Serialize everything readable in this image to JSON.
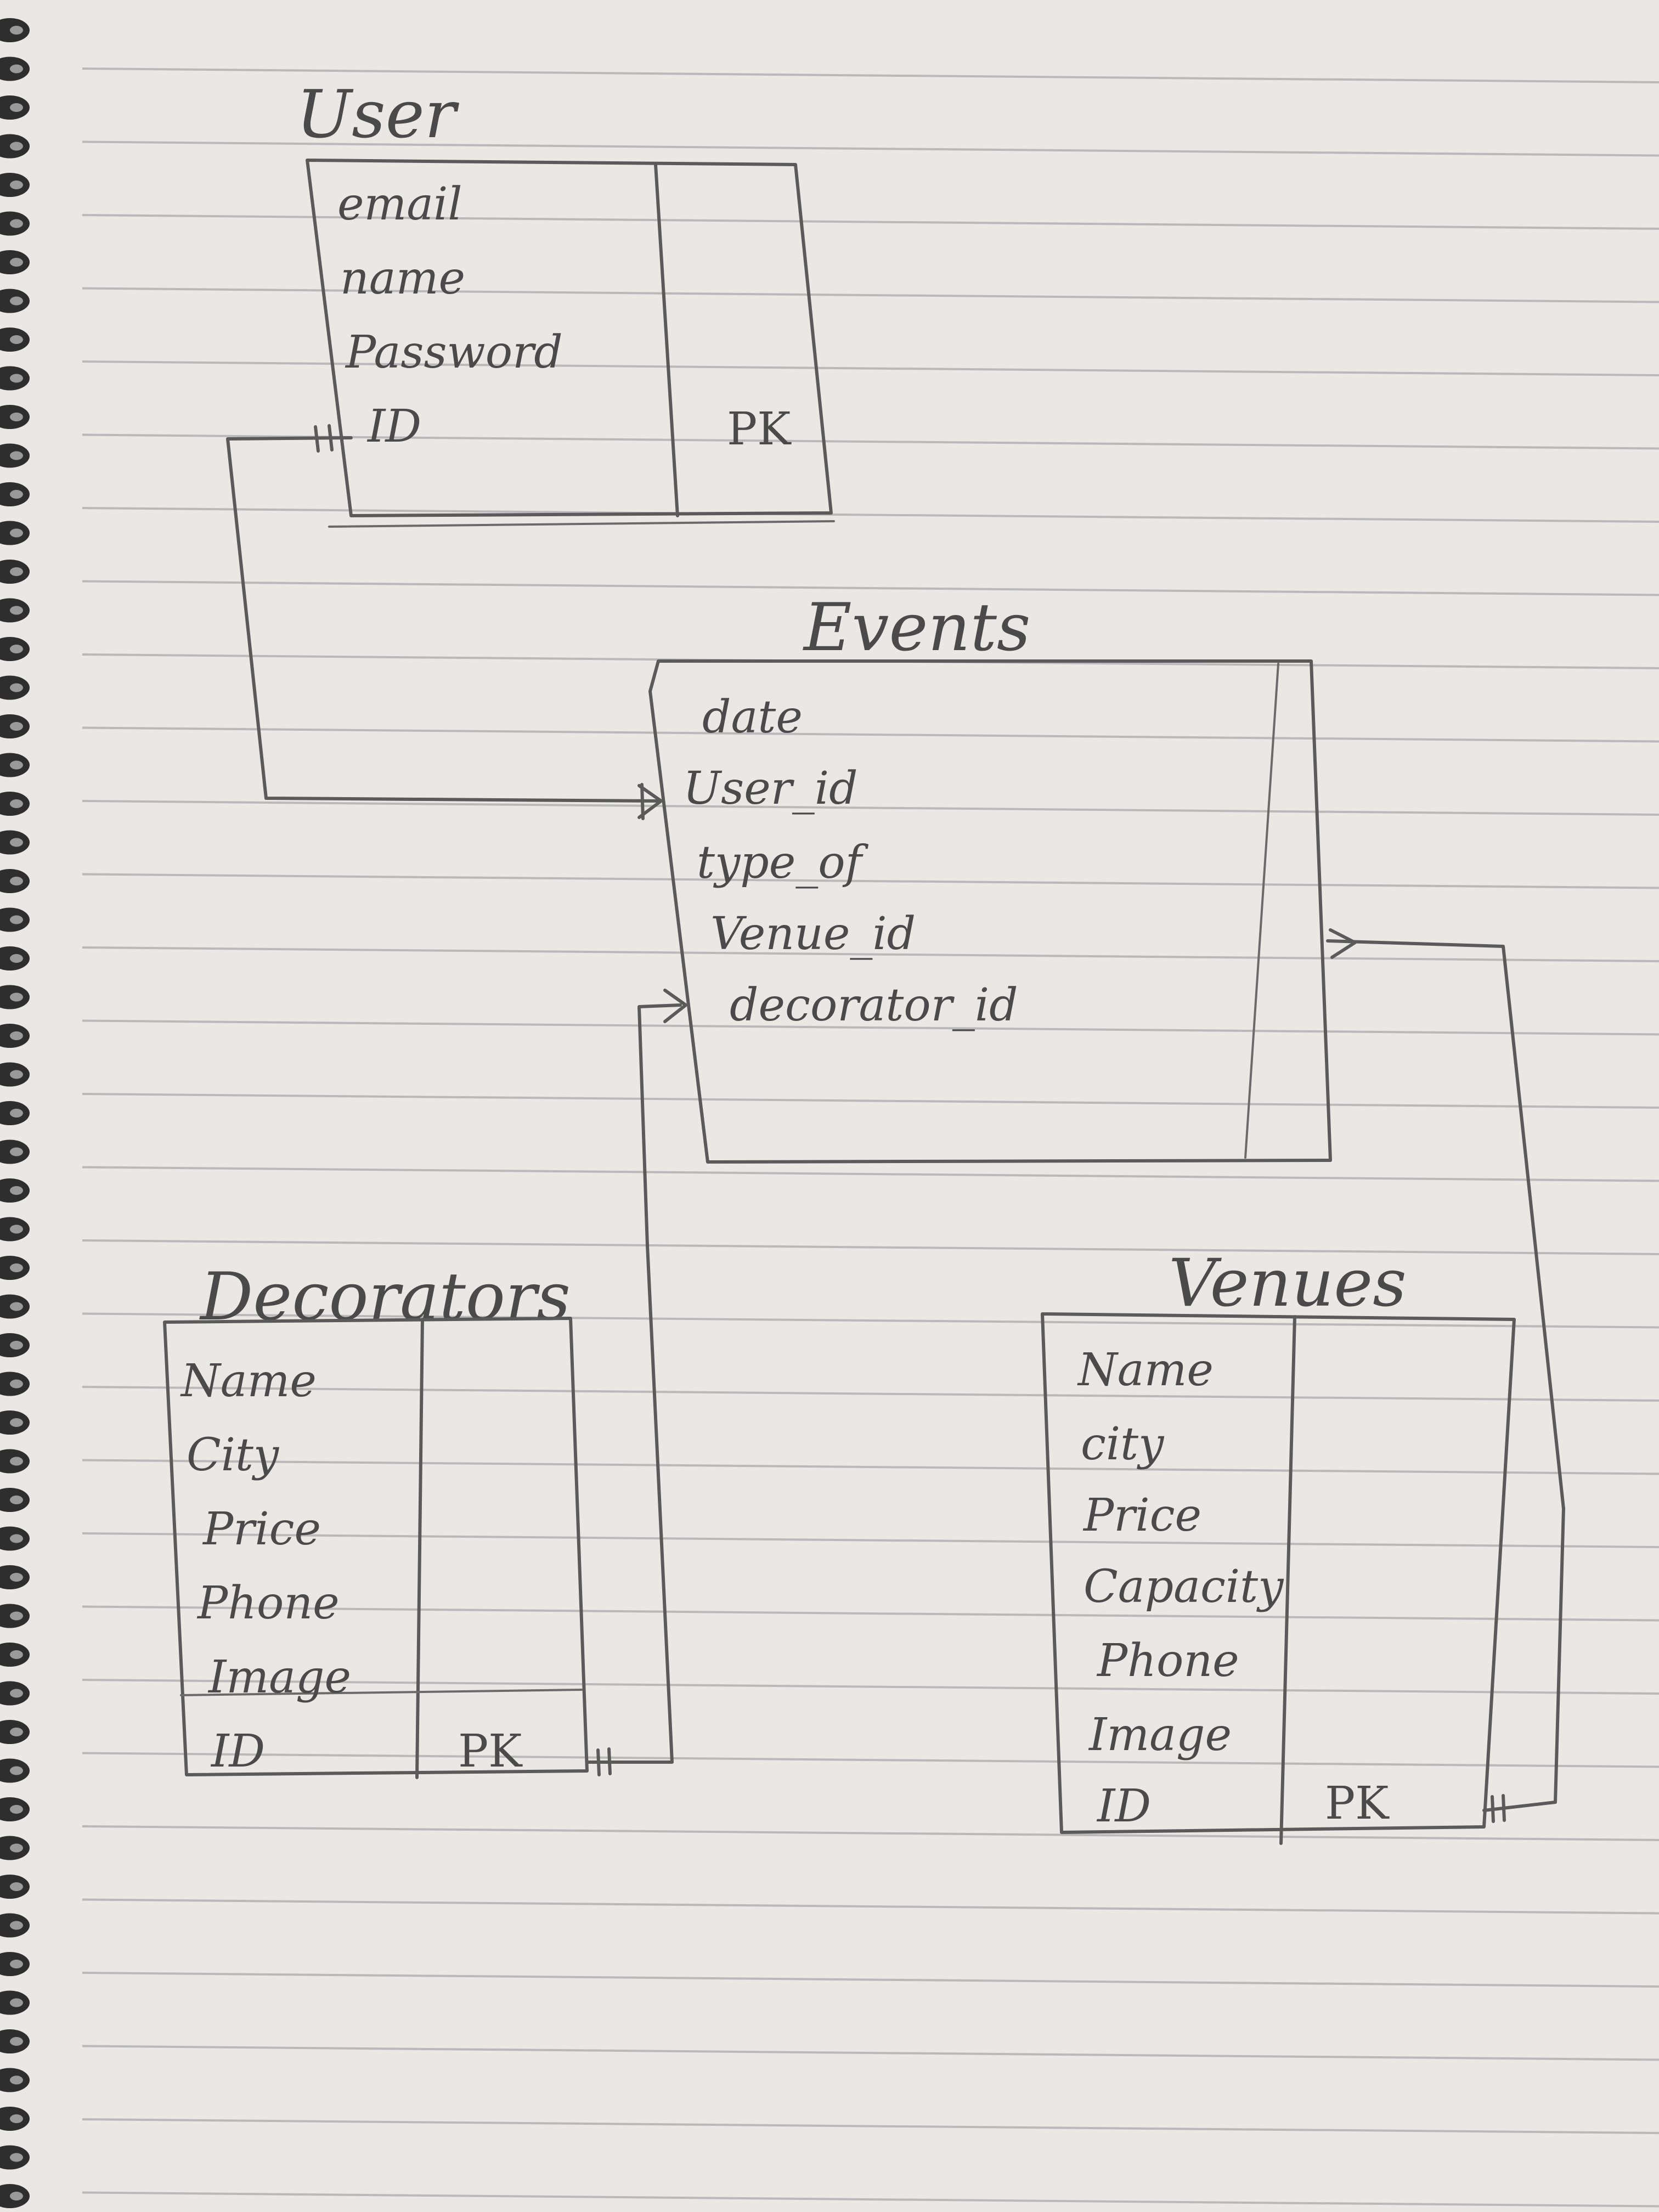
{
  "diagram": {
    "entities": [
      {
        "id": "user",
        "title": "User",
        "fields": [
          "email",
          "name",
          "Password",
          "ID"
        ],
        "key_col": [
          "",
          "",
          "",
          "PK"
        ]
      },
      {
        "id": "events",
        "title": "Events",
        "fields": [
          "date",
          "User_id",
          "type_of",
          "Venue_id",
          "decorator_id"
        ],
        "key_col": [
          "",
          "",
          "",
          "",
          ""
        ]
      },
      {
        "id": "decorators",
        "title": "Decorators",
        "fields": [
          "Name",
          "City",
          "Price",
          "Phone",
          "Image",
          "ID"
        ],
        "key_col": [
          "",
          "",
          "",
          "",
          "",
          "PK"
        ]
      },
      {
        "id": "venues",
        "title": "Venues",
        "fields": [
          "Name",
          "city",
          "Price",
          "Capacity",
          "Phone",
          "Image",
          "ID"
        ],
        "key_col": [
          "",
          "",
          "",
          "",
          "",
          "",
          "PK"
        ]
      }
    ],
    "relationships": [
      {
        "from": "user.ID",
        "to": "events.User_id",
        "from_end": "one",
        "to_end": "many"
      },
      {
        "from": "decorators.ID",
        "to": "events.decorator_id",
        "from_end": "one",
        "to_end": "many"
      },
      {
        "from": "venues.ID",
        "to": "events.Venue_id",
        "from_end": "one",
        "to_end": "many"
      }
    ]
  },
  "colors": {
    "paper": "#e9e8e5",
    "rule": "#b9b9b9",
    "pencil": "#5a5a5a"
  }
}
